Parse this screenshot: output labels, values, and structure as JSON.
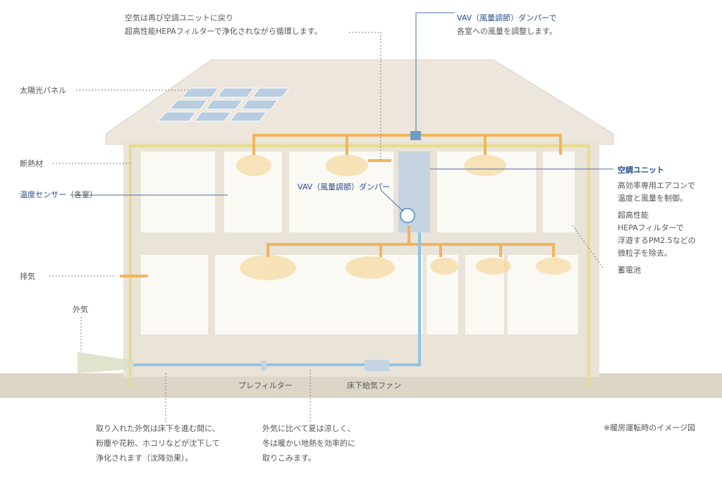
{
  "labels": {
    "return_air": [
      "空気は再び空調ユニットに戻り",
      "超高性能HEPAフィルターで浄化されながら循環します。"
    ],
    "vav_top_title": "VAV（風量調節）ダンパーで",
    "vav_top_desc": "各室への風量を調整します。",
    "solar_panel": "太陽光パネル",
    "insulation": "断熱材",
    "temp_sensor": "温度センサー",
    "temp_sensor_note": "（各室）",
    "vav_mid": "VAV（風量調節）ダンパー",
    "ac_unit_title": "空調ユニット",
    "ac_unit_desc1": [
      "高効率専用エアコンで",
      "温度と風量を制御。"
    ],
    "ac_unit_desc2": [
      "超高性能",
      "HEPAフィルターで",
      "浮遊するPM2.5などの",
      "微粒子を除去。"
    ],
    "battery": "蓄電池",
    "exhaust": "排気",
    "outside_air": "外気",
    "prefilter": "プレフィルター",
    "underfloor_fan": "床下給気ファン",
    "settling": [
      "取り入れた外気は床下を進む間に、",
      "粉塵や花粉、ホコリなどが沈下して",
      "浄化されます（沈降効果）。"
    ],
    "geothermal": [
      "外気に比べて夏は涼しく、",
      "冬は暖かい地熱を効率的に",
      "取りこみます。"
    ],
    "note": "※暖房運転時のイメージ図"
  },
  "colors": {
    "warm_air": "#f2b45a",
    "fresh_air": "#8ec4e6",
    "accent": "#2a4f8f",
    "insulation": "#e8dc8a"
  }
}
